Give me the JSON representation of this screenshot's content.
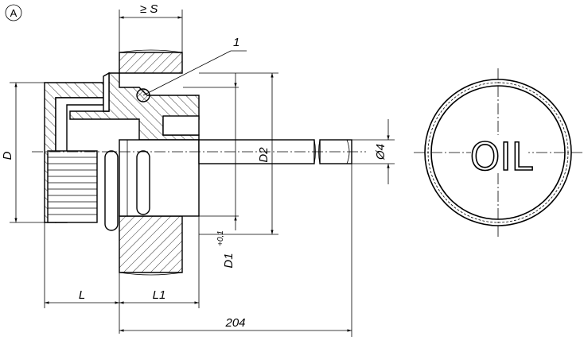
{
  "view_label": "A",
  "dimensions": {
    "min_thickness": "≥ S",
    "seal_callout": "1",
    "outer_diameter": "D",
    "inner_diameter": "D2",
    "bore_diameter": "D1",
    "bore_tolerance": "+0,1",
    "rod_diameter": "Ø4",
    "head_length": "L",
    "body_length": "L1",
    "total_length": "204"
  },
  "cap_marking": "OIL"
}
